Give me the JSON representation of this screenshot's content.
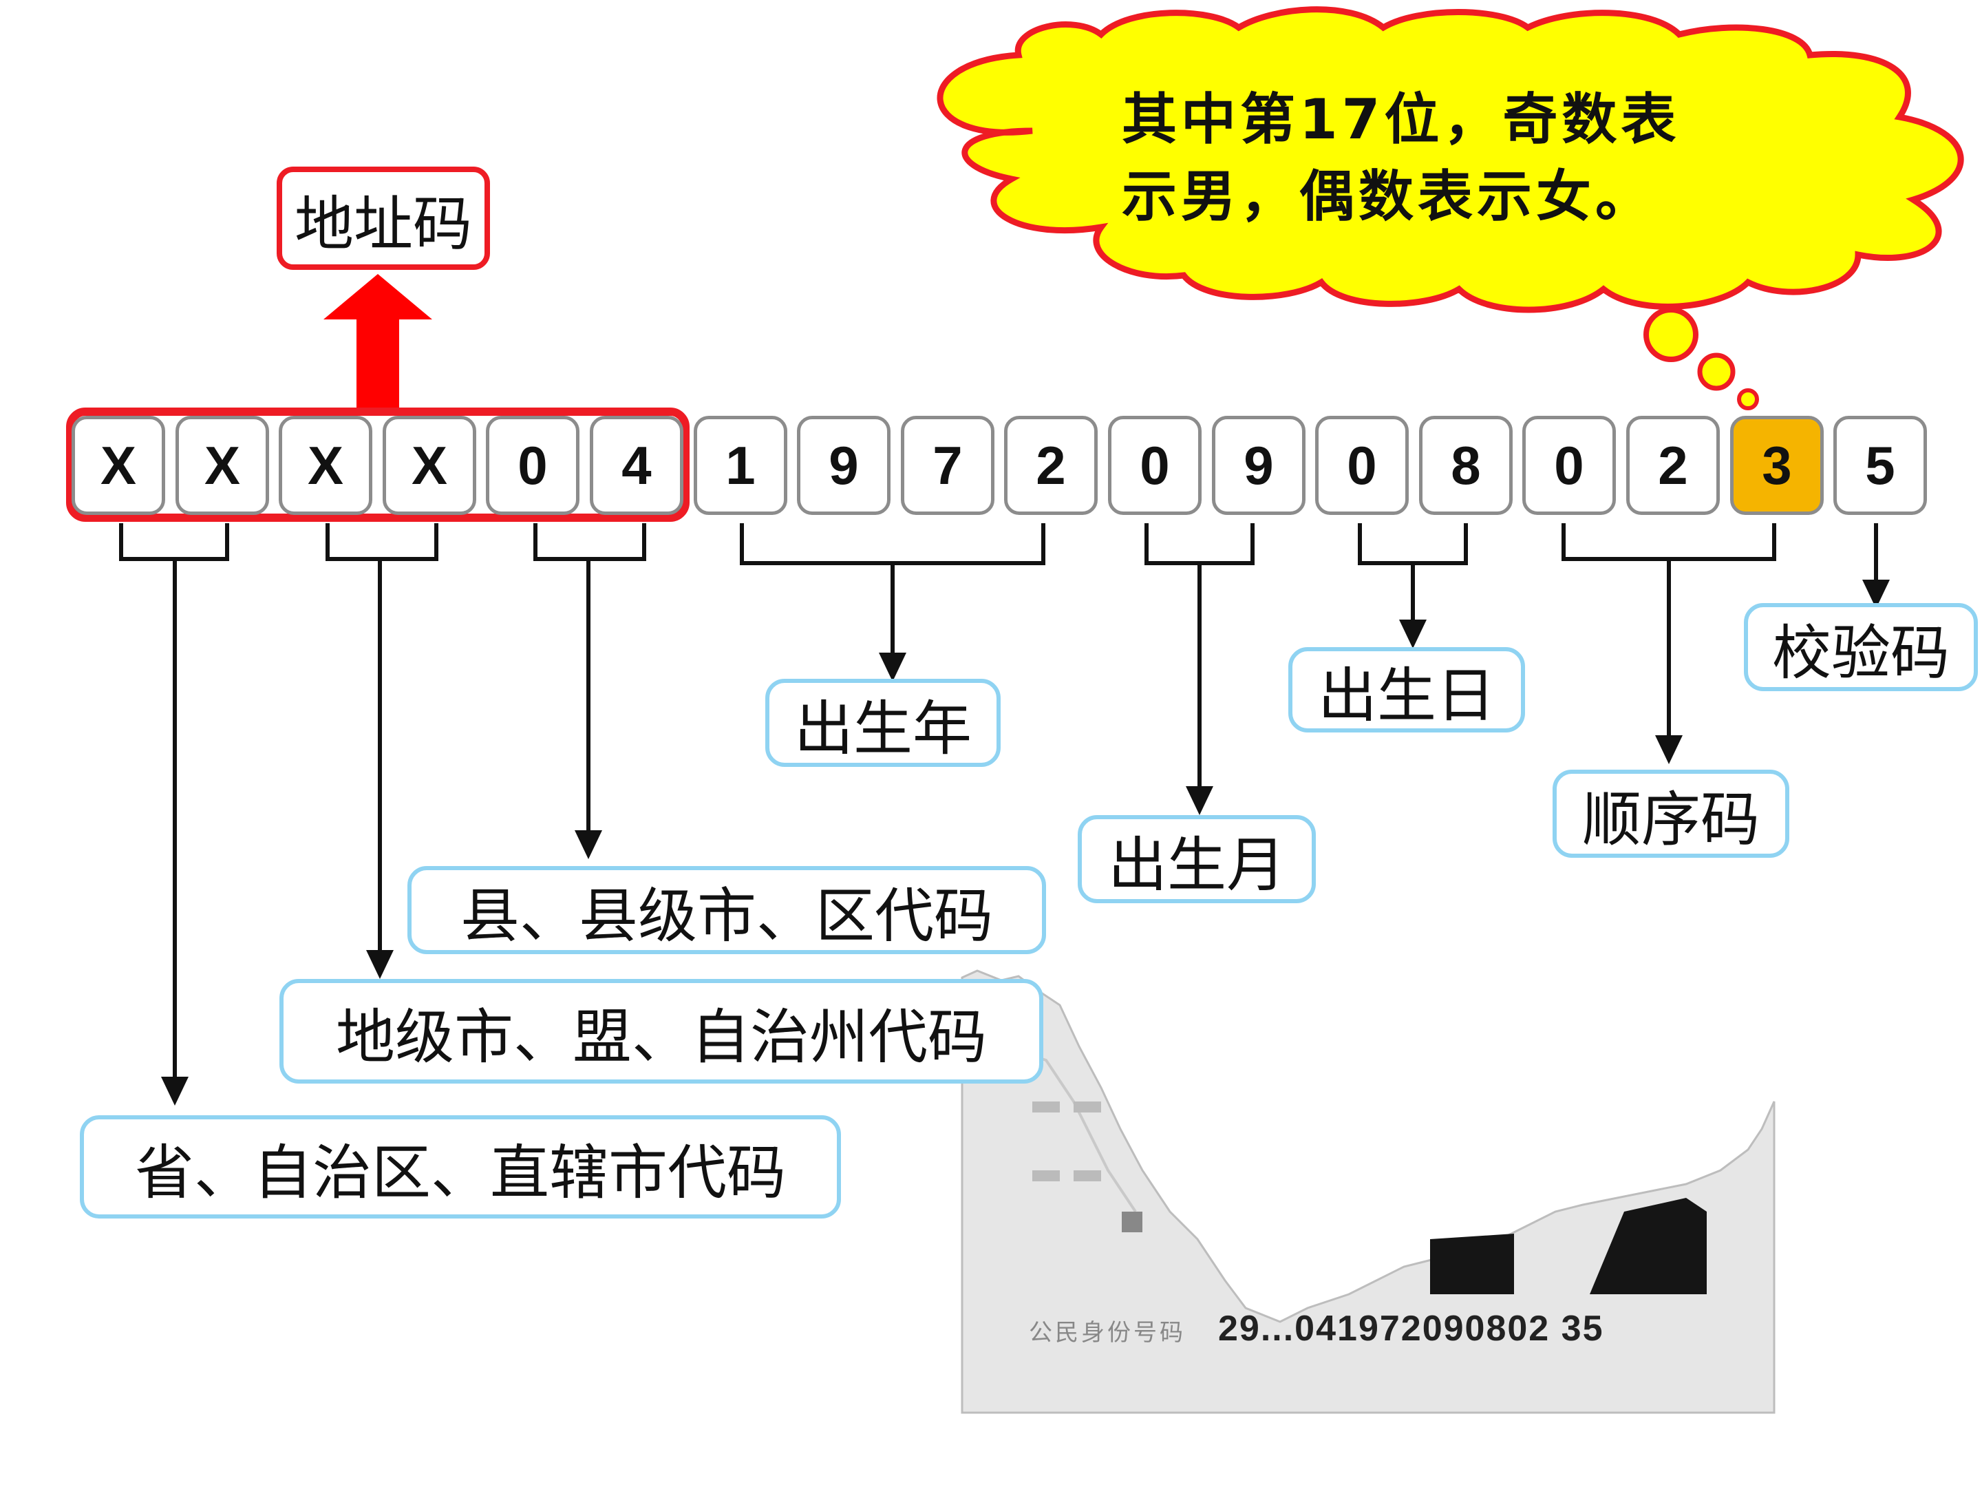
{
  "digits": [
    "X",
    "X",
    "X",
    "X",
    "0",
    "4",
    "1",
    "9",
    "7",
    "2",
    "0",
    "9",
    "0",
    "8",
    "0",
    "2",
    "3",
    "5"
  ],
  "highlight_index": 16,
  "labels": {
    "address_code": "地址码",
    "province": "省、自治区、直辖市代码",
    "prefecture": "地级市、盟、自治州代码",
    "county": "县、县级市、区代码",
    "birth_year": "出生年",
    "birth_month": "出生月",
    "birth_day": "出生日",
    "sequence": "顺序码",
    "checksum": "校验码"
  },
  "bubble": {
    "line1": "其中第17位，奇数表",
    "line2": "示男，偶数表示女。"
  },
  "id_card": {
    "caption": "公民身份号码",
    "number": "29...041972090802 35"
  },
  "colors": {
    "address_frame": "#ee1c24",
    "label_border": "#8fd3f2",
    "highlight_digit": "#f5b400",
    "bubble_fill": "#ffff00",
    "bubble_border": "#ee1c24",
    "digit_border": "#8c8c8c"
  }
}
